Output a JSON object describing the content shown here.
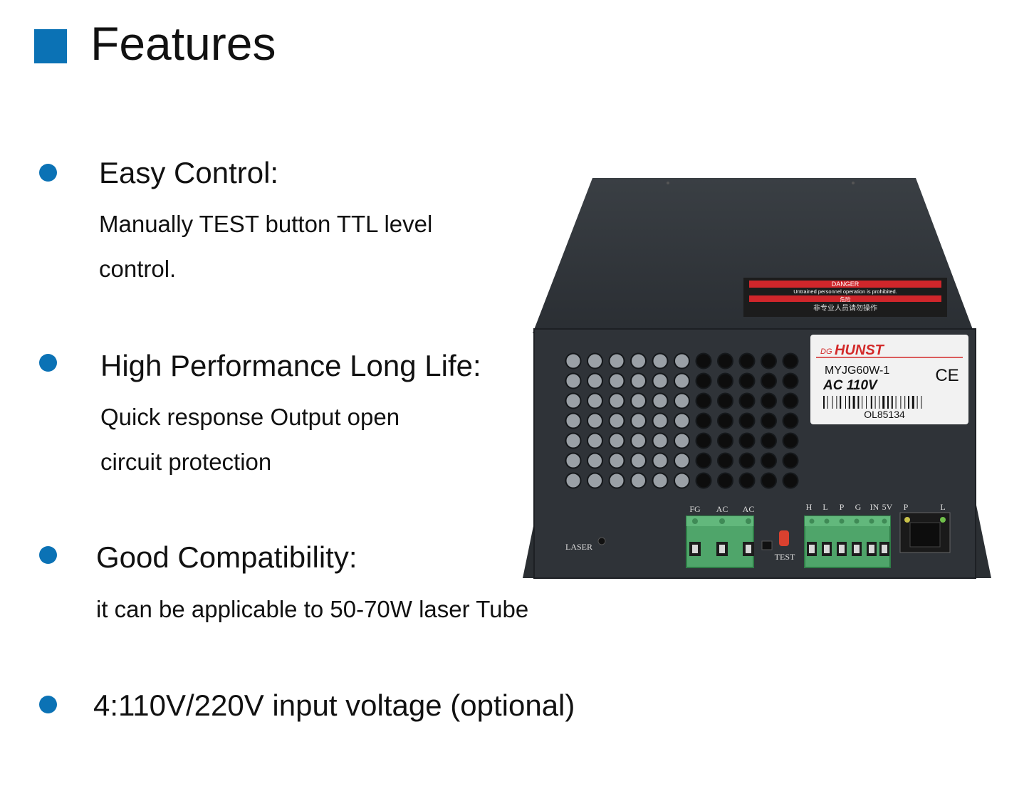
{
  "title": "Features",
  "accent_color": "#0b72b5",
  "features": [
    {
      "heading": "Easy Control:",
      "desc1": "Manually TEST button TTL level",
      "desc2": "control."
    },
    {
      "heading": "High Performance Long Life:",
      "desc1": "Quick response Output open",
      "desc2": "circuit protection"
    },
    {
      "heading": "Good Compatibility:",
      "desc1": "it can be applicable to 50-70W laser Tube"
    },
    {
      "heading": "4:110V/220V input voltage (optional)"
    }
  ],
  "product": {
    "danger_en": "DANGER",
    "danger_warning": "Untrained personnel operation is prohibited.",
    "danger_cn_title": "危险",
    "danger_cn": "非专业人员请勿操作",
    "brand_prefix": "DG",
    "brand": "HUNST",
    "model": "MYJG60W-1",
    "voltage": "AC 110V",
    "serial": "OL85134",
    "ce_mark": "CE",
    "laser_label": "LASER",
    "test_label": "TEST",
    "left_terminals": [
      "FG",
      "AC",
      "AC"
    ],
    "right_terminals": [
      "H",
      "L",
      "P",
      "G",
      "IN",
      "5V",
      "P",
      "L"
    ]
  }
}
